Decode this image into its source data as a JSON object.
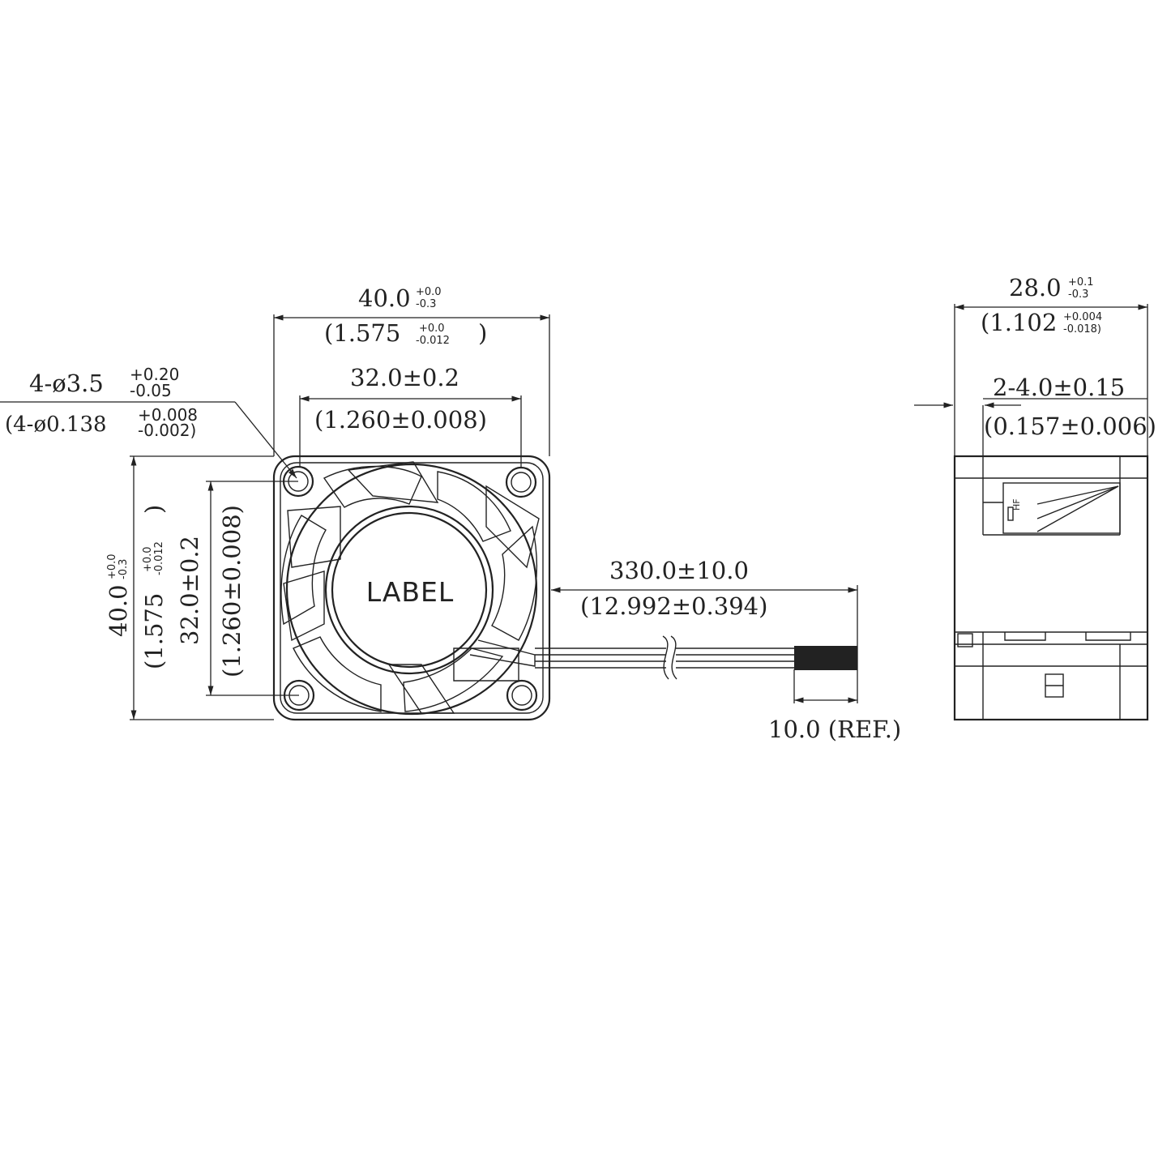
{
  "front_view": {
    "width_mm": "40.0",
    "width_tol_plus": "+0.0",
    "width_tol_minus": "-0.3",
    "width_in": "(1.575",
    "width_in_tol_plus": "+0.0",
    "width_in_tol_minus": "-0.012",
    "width_in_close": ")",
    "hole_pitch_mm": "32.0±0.2",
    "hole_pitch_in": "(1.260±0.008)",
    "hole_callout_mm": "4-ø3.5",
    "hole_tol_plus": "+0.20",
    "hole_tol_minus": "-0.05",
    "hole_callout_in": "(4-ø0.138",
    "hole_in_tol_plus": "+0.008",
    "hole_in_tol_minus": "-0.002)",
    "height_mm": "40.0",
    "height_tol_plus": "+0.0",
    "height_tol_minus": "-0.3",
    "height_in": "(1.575",
    "height_in_tol_plus": "+0.0",
    "height_in_tol_minus": "-0.012",
    "height_in_close": ")",
    "v_pitch_mm": "32.0±0.2",
    "v_pitch_in": "(1.260±0.008)",
    "hub_label": "LABEL"
  },
  "cable": {
    "length_mm": "330.0±10.0",
    "length_in": "(12.992±0.394)",
    "strip_length": "10.0  (REF.)"
  },
  "side_view": {
    "depth_mm": "28.0",
    "depth_tol_plus": "+0.1",
    "depth_tol_minus": "-0.3",
    "depth_in": "(1.102",
    "depth_in_tol_plus": "+0.004",
    "depth_in_tol_minus": "-0.018)",
    "flange_mm": "2-4.0±0.15",
    "flange_in": "(0.157±0.006)",
    "rating_mark": "HF"
  }
}
